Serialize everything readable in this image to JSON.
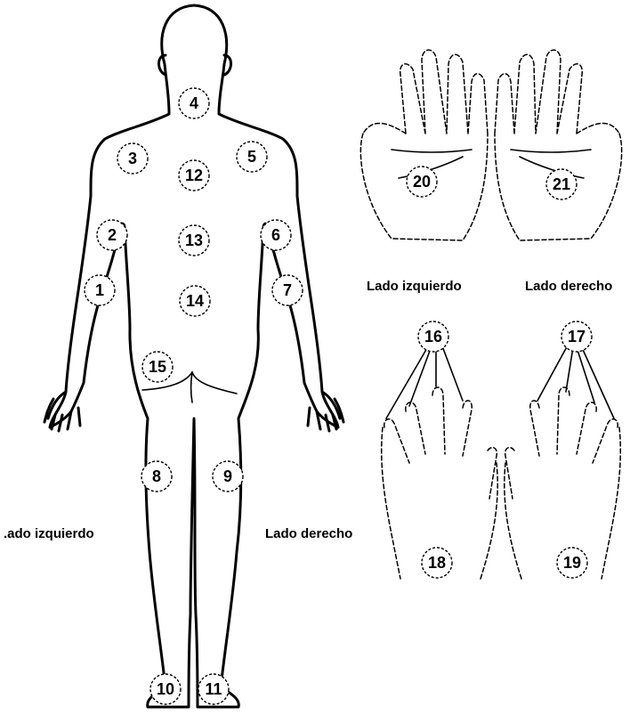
{
  "labels": {
    "body_left": ".ado izquierdo",
    "body_right": "Lado derecho",
    "palms_left": "Lado izquierdo",
    "palms_right": "Lado derecho"
  },
  "markers": [
    "1",
    "2",
    "3",
    "4",
    "5",
    "6",
    "7",
    "8",
    "9",
    "10",
    "11",
    "12",
    "13",
    "14",
    "15",
    "16",
    "17",
    "18",
    "19",
    "20",
    "21"
  ]
}
